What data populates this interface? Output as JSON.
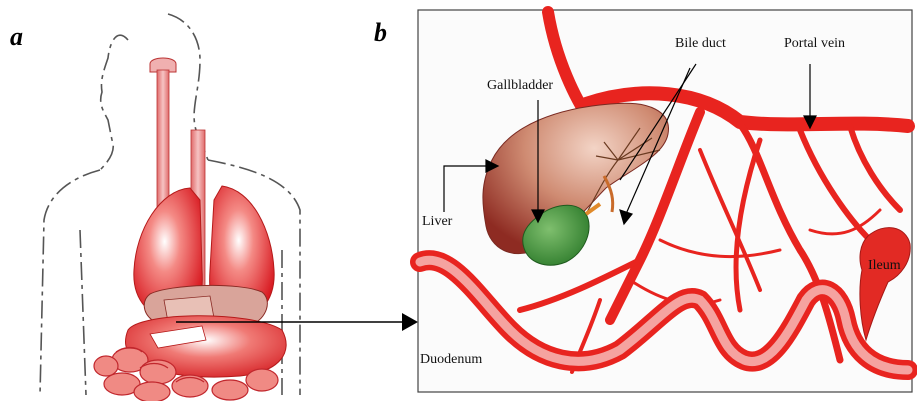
{
  "panels": {
    "a": "a",
    "b": "b"
  },
  "labels": {
    "bile_duct": "Bile duct",
    "portal_vein": "Portal vein",
    "gallbladder": "Gallbladder",
    "liver": "Liver",
    "ileum": "Ileum",
    "duodenum": "Duodenum"
  },
  "colors": {
    "vessel_red": "#e8241f",
    "organ_red": "#e0302a",
    "liver_tan": "#c98870",
    "gallbladder_green": "#3f9a3a",
    "outline": "#444444"
  }
}
